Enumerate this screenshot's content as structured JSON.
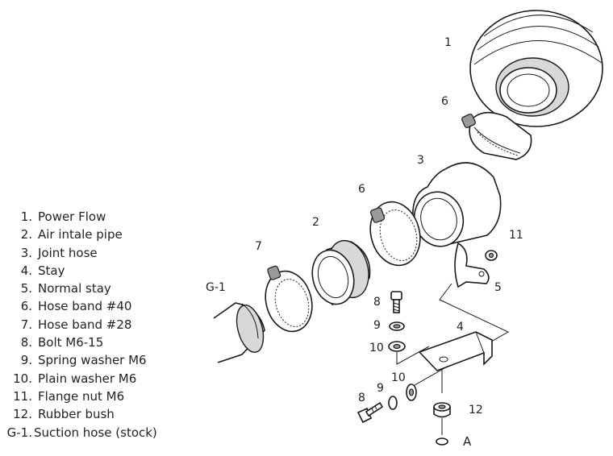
{
  "legend": [
    {
      "num": "1.",
      "label": "Power Flow"
    },
    {
      "num": "2.",
      "label": "Air intale pipe"
    },
    {
      "num": "3.",
      "label": "Joint hose"
    },
    {
      "num": "4.",
      "label": "Stay"
    },
    {
      "num": "5.",
      "label": "Normal stay"
    },
    {
      "num": "6.",
      "label": "Hose band  #40"
    },
    {
      "num": "7.",
      "label": "Hose band  #28"
    },
    {
      "num": "8.",
      "label": "Bolt  M6-15"
    },
    {
      "num": "9.",
      "label": "Spring washer  M6"
    },
    {
      "num": "10.",
      "label": "Plain washer  M6"
    },
    {
      "num": "11.",
      "label": "Flange nut  M6"
    },
    {
      "num": "12.",
      "label": "Rubber bush"
    },
    {
      "num": "G-1.",
      "label": "Suction hose (stock)"
    }
  ],
  "callouts": {
    "c1": "1",
    "c6a": "6",
    "c3": "3",
    "c6b": "6",
    "c2": "2",
    "c7": "7",
    "c11": "11",
    "c5": "5",
    "cg1": "G-1",
    "c8a": "8",
    "c9a": "9",
    "c4": "4",
    "c10a": "10",
    "c10b": "10",
    "c9b": "9",
    "c8b": "8",
    "c12": "12",
    "ca": "A"
  }
}
